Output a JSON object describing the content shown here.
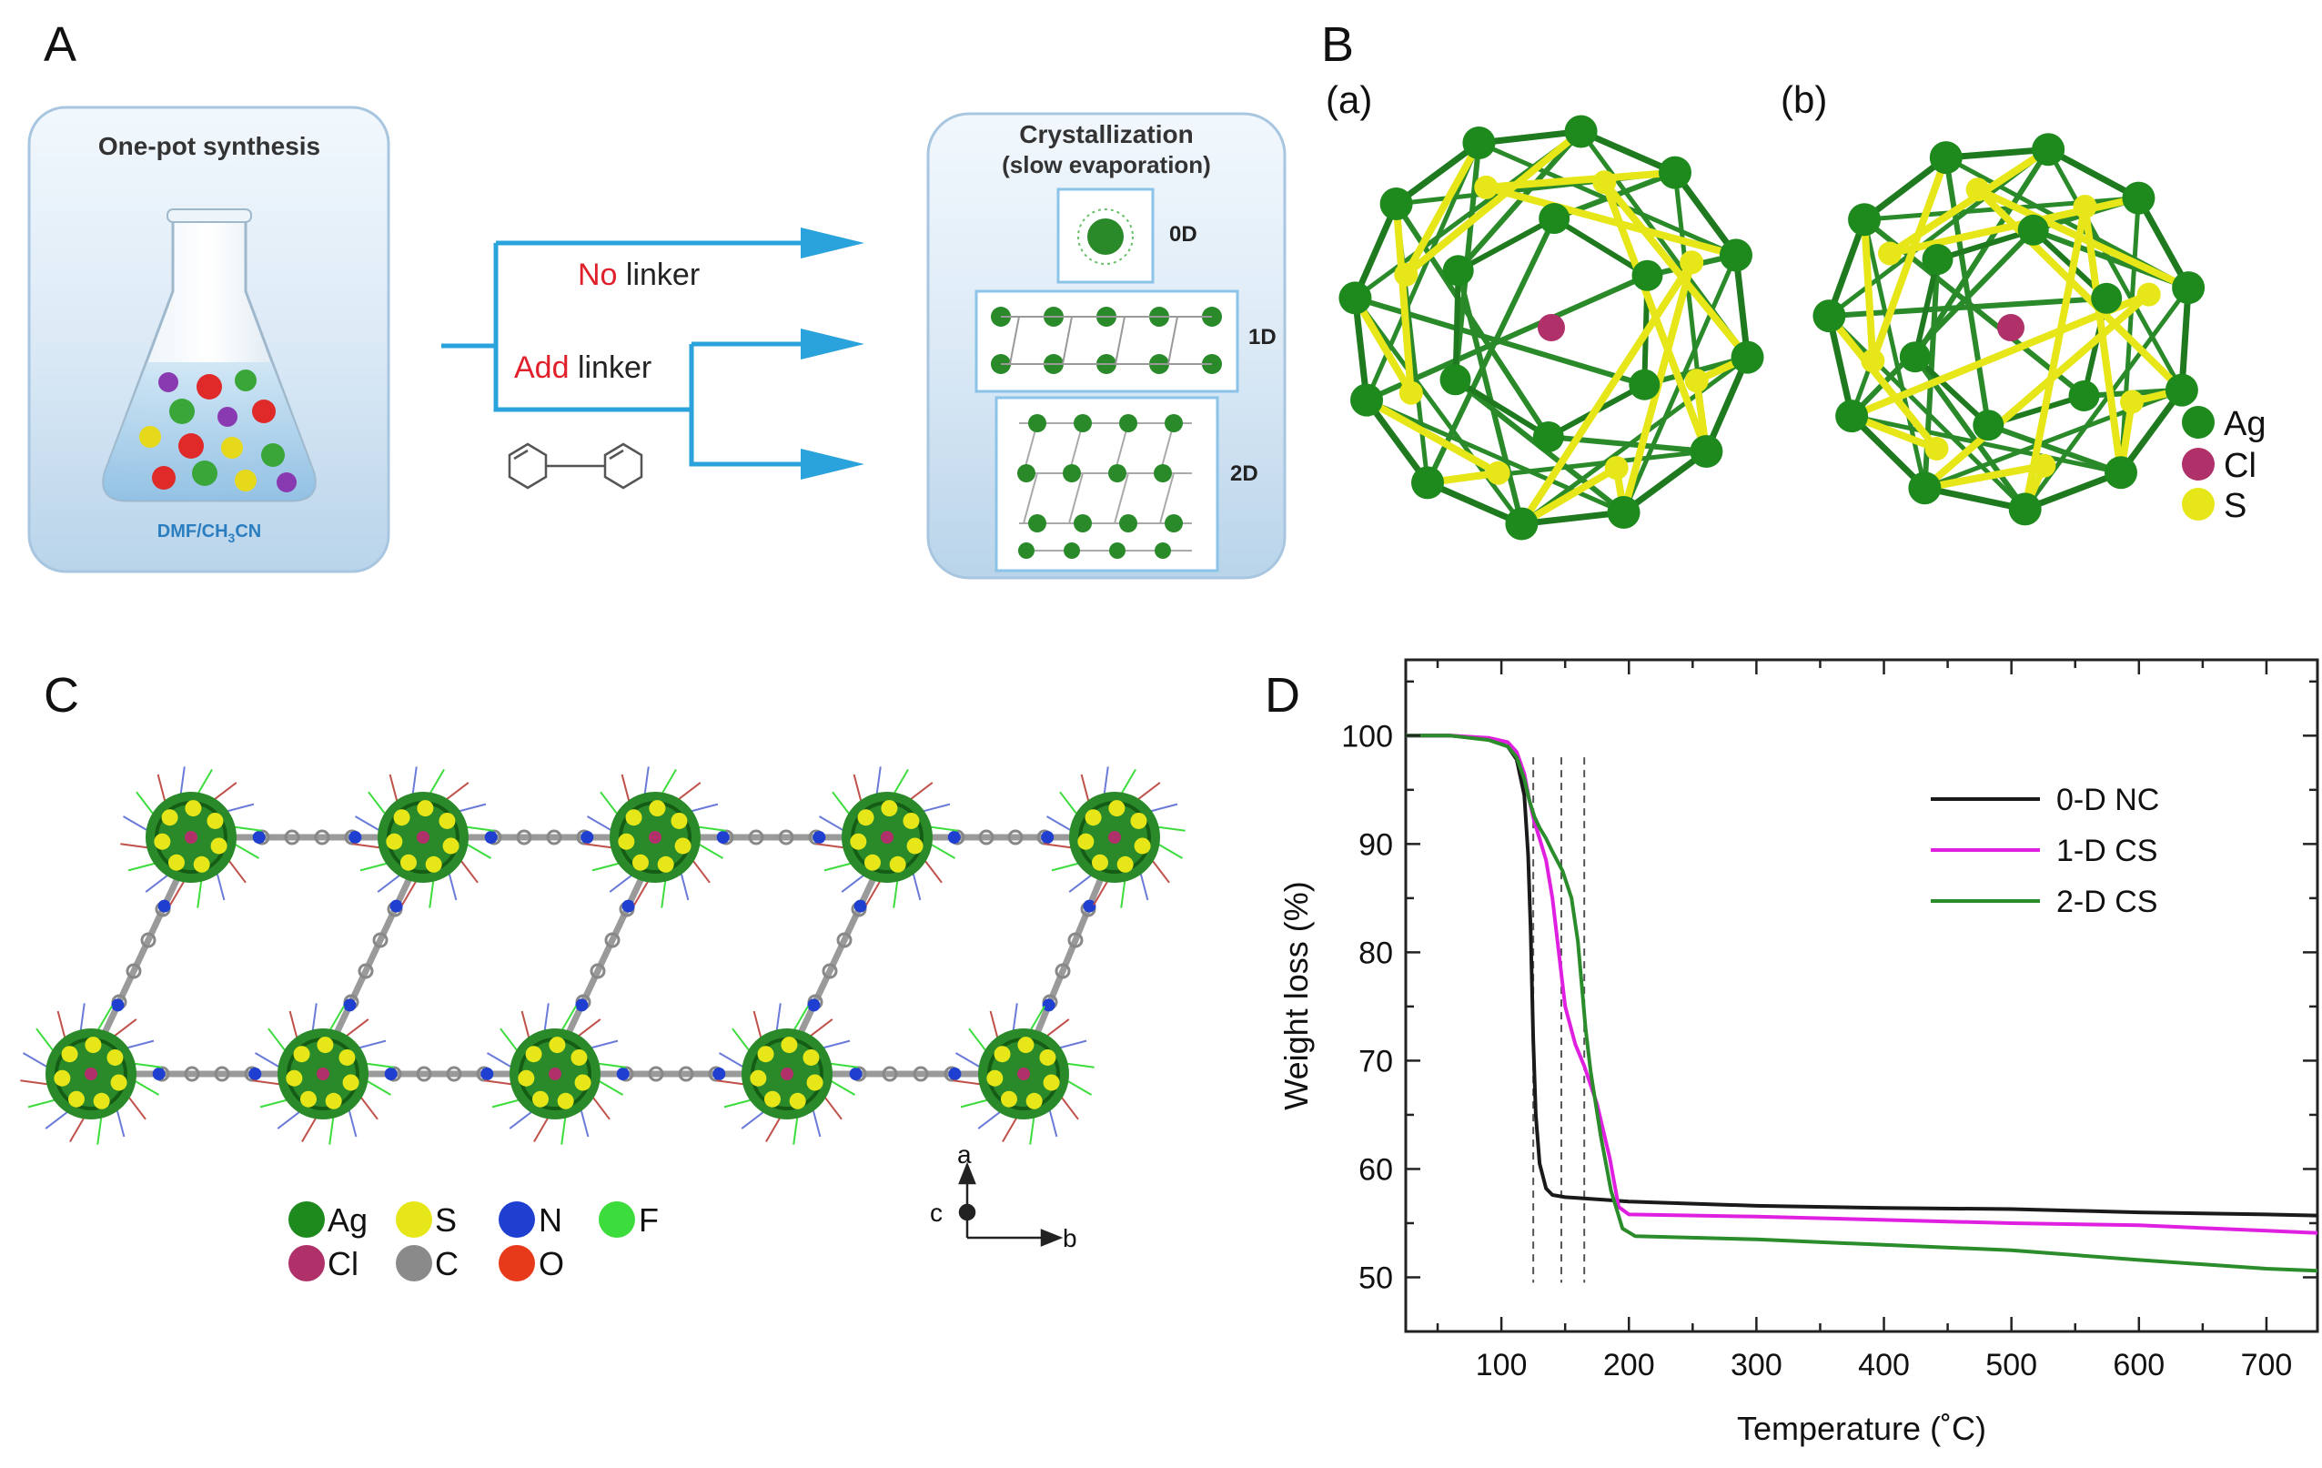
{
  "panels": {
    "A": {
      "letter": "A",
      "one_pot_title": "One-pot synthesis",
      "solvent": "DMF/CH",
      "solvent_sub": "3",
      "solvent_tail": "CN",
      "branch_no_highlight": "No",
      "branch_no_text": " linker",
      "branch_add_highlight": "Add",
      "branch_add_text": " linker",
      "cryst_title": "Crystallization",
      "cryst_sub": "(slow evaporation)",
      "dim_labels": [
        "0D",
        "1D",
        "2D"
      ]
    },
    "B": {
      "letter": "B",
      "sub_a": "(a)",
      "sub_b": "(b)",
      "legend": [
        "Ag",
        "Cl",
        "S"
      ]
    },
    "C": {
      "letter": "C",
      "legend": [
        "Ag",
        "S",
        "N",
        "F",
        "Cl",
        "C",
        "O"
      ],
      "axes": {
        "a": "a",
        "b": "b",
        "c": "c"
      }
    },
    "D": {
      "letter": "D"
    }
  },
  "colors": {
    "Ag": "#1e8a1e",
    "Cl": "#b0306a",
    "S": "#e6e619",
    "N": "#1f3fd0",
    "F": "#3ddc3d",
    "C": "#8a8a8a",
    "O": "#e63a1a",
    "arrow_blue": "#2aa3dc",
    "highlight_red": "#e0202a"
  },
  "chart_data": {
    "type": "line",
    "title": "",
    "xlabel": "Temperature (˚C)",
    "ylabel": "Weight loss (%)",
    "xlim": [
      25,
      740
    ],
    "ylim": [
      45,
      107
    ],
    "xticks": [
      100,
      200,
      300,
      400,
      500,
      600,
      700
    ],
    "yticks": [
      50,
      60,
      70,
      80,
      90,
      100
    ],
    "legend_position": "top-right",
    "grid": false,
    "reference_lines_x": [
      125,
      147,
      165
    ],
    "series": [
      {
        "name": "0-D NC",
        "color": "#1a1a1a",
        "x": [
          25,
          60,
          90,
          105,
          112,
          118,
          121,
          123,
          125,
          127,
          130,
          135,
          140,
          150,
          200,
          300,
          400,
          500,
          600,
          700,
          740
        ],
        "y": [
          100,
          100,
          99.7,
          99.0,
          97.8,
          94.5,
          89,
          82,
          72,
          65,
          60.5,
          58.2,
          57.6,
          57.4,
          57.0,
          56.6,
          56.4,
          56.3,
          56.0,
          55.8,
          55.7
        ]
      },
      {
        "name": "1-D CS",
        "color": "#e020e0",
        "x": [
          25,
          60,
          90,
          105,
          112,
          118,
          122,
          126,
          130,
          135,
          140,
          145,
          150,
          158,
          165,
          175,
          185,
          192,
          200,
          300,
          400,
          500,
          600,
          700,
          740
        ],
        "y": [
          100,
          100,
          99.8,
          99.4,
          98.5,
          96.5,
          94,
          92,
          90.5,
          88.5,
          85,
          80,
          75,
          71.5,
          69.5,
          66,
          61,
          56.5,
          55.8,
          55.6,
          55.3,
          55.0,
          54.8,
          54.3,
          54.1
        ]
      },
      {
        "name": "2-D CS",
        "color": "#2a8c2a",
        "x": [
          25,
          60,
          90,
          105,
          112,
          118,
          122,
          126,
          130,
          135,
          140,
          148,
          155,
          160,
          163,
          166,
          170,
          178,
          186,
          195,
          205,
          300,
          400,
          500,
          600,
          700,
          740
        ],
        "y": [
          100,
          100,
          99.6,
          99.0,
          98.0,
          96.0,
          94,
          92.5,
          91.5,
          90.5,
          89.3,
          87.5,
          85,
          81,
          77,
          73,
          69,
          63,
          58,
          54.5,
          53.8,
          53.5,
          53.0,
          52.5,
          51.6,
          50.8,
          50.6
        ]
      }
    ]
  }
}
